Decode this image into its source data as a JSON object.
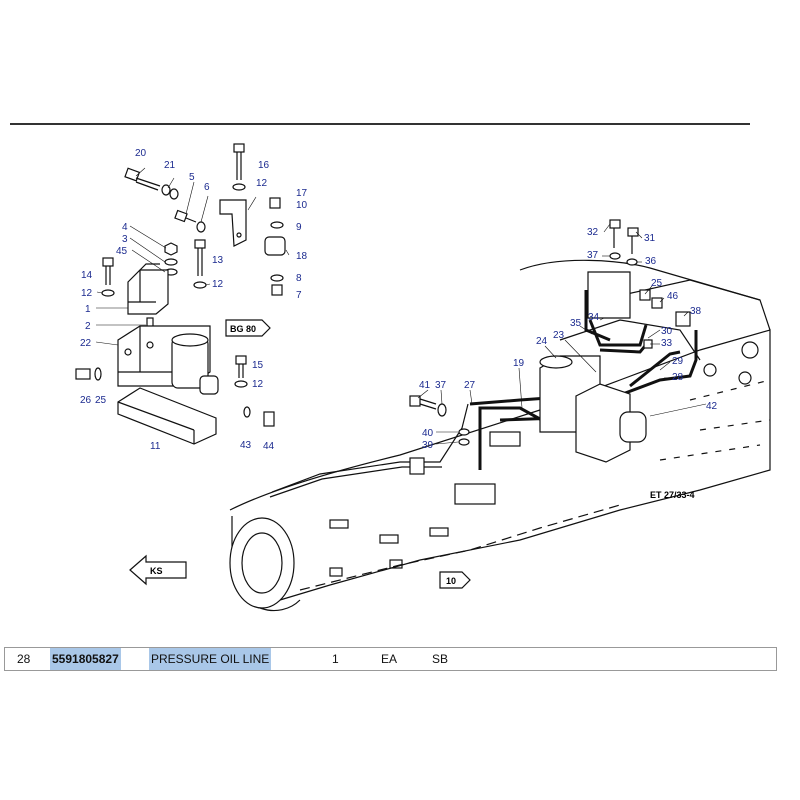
{
  "diagram": {
    "reference_code": "ET 27/33-4",
    "callout_bg": "BG 80",
    "callout_ks": "KS",
    "callout_10": "10",
    "labels": {
      "l20": "20",
      "l21": "21",
      "l16": "16",
      "l12a": "12",
      "l5": "5",
      "l6": "6",
      "l17": "17",
      "l10": "10",
      "l9": "9",
      "l4": "4",
      "l3": "3",
      "l45": "45",
      "l13": "13",
      "l18": "18",
      "l8": "8",
      "l7": "7",
      "l14": "14",
      "l12b": "12",
      "l12c": "12",
      "l1": "1",
      "l2": "2",
      "l22": "22",
      "l15": "15",
      "l12d": "12",
      "l26": "26",
      "l25a": "25",
      "l11": "11",
      "l43": "43",
      "l44": "44",
      "l32": "32",
      "l31": "31",
      "l37a": "37",
      "l36": "36",
      "l25b": "25",
      "l46": "46",
      "l38": "38",
      "l35": "35",
      "l34": "34",
      "l30": "30",
      "l33": "33",
      "l24": "24",
      "l23": "23",
      "l29": "29",
      "l28": "28",
      "l19": "19",
      "l41": "41",
      "l37b": "37",
      "l27": "27",
      "l42": "42",
      "l40": "40",
      "l39": "39"
    }
  },
  "table": {
    "item": "28",
    "part_number": "5591805827",
    "description": "PRESSURE OIL LINE",
    "quantity": "1",
    "unit": "EA",
    "code": "SB",
    "highlight_color": "#a9c7e8"
  }
}
